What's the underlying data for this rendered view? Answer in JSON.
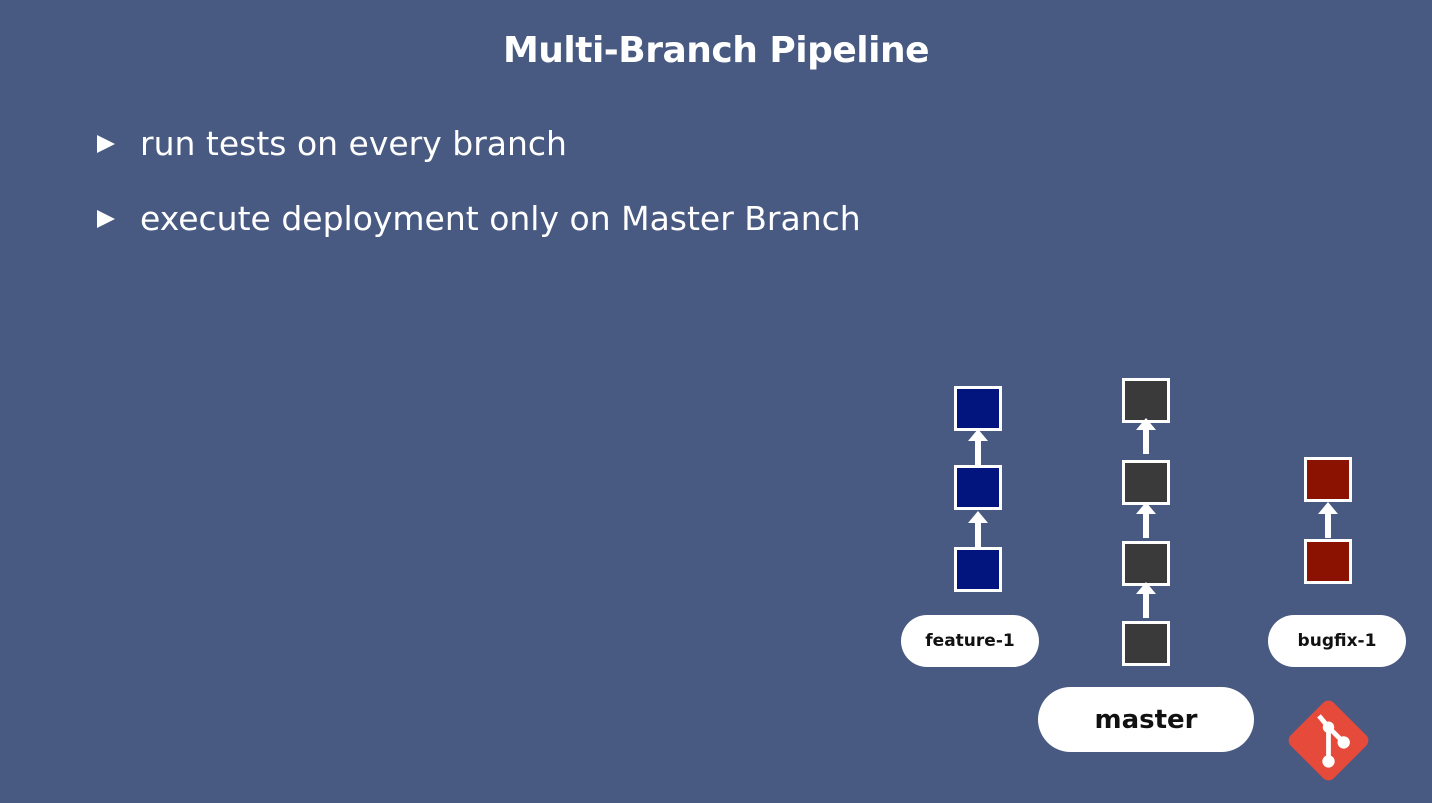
{
  "slide": {
    "title": "Multi-Branch Pipeline",
    "bullets": [
      "run tests on every branch",
      "execute deployment only on Master Branch"
    ]
  },
  "branches": {
    "feature": {
      "label": "feature-1",
      "color": "#02157e",
      "commits": 3
    },
    "master": {
      "label": "master",
      "color": "#3a3a3a",
      "commits": 4
    },
    "bugfix": {
      "label": "bugfix-1",
      "color": "#8b1100",
      "commits": 2
    }
  },
  "logo": {
    "icon": "git-logo-icon",
    "color": "#e64a3b"
  }
}
